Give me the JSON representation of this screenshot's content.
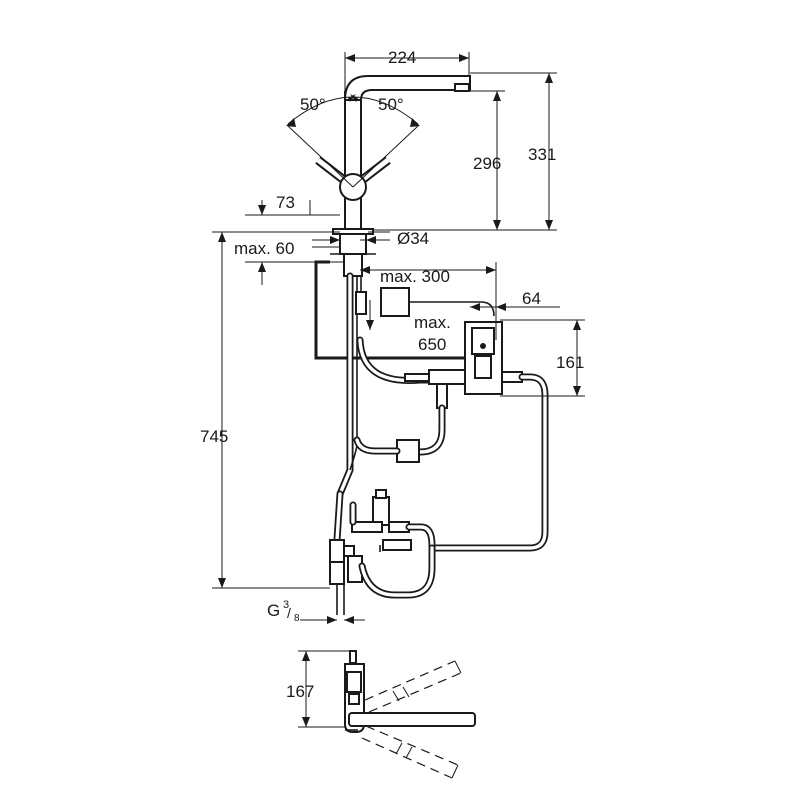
{
  "dimensions": {
    "spout_reach": "224",
    "angle_left": "50°",
    "angle_right": "50°",
    "outlet_height": "296",
    "total_height": "331",
    "lever_height": "73",
    "shank_diameter": "Ø34",
    "max_deck_thickness": "max. 60",
    "max_hose_reach": "max. 300",
    "box_offset": "64",
    "max_depth_label": "max.",
    "max_depth_value": "650",
    "box_height": "161",
    "below_deck_length": "745",
    "connection_thread_main": "G",
    "connection_thread_num": "3",
    "connection_thread_den": "8",
    "side_view_height": "167"
  },
  "colors": {
    "line": "#1a1a1a",
    "background": "#ffffff"
  }
}
